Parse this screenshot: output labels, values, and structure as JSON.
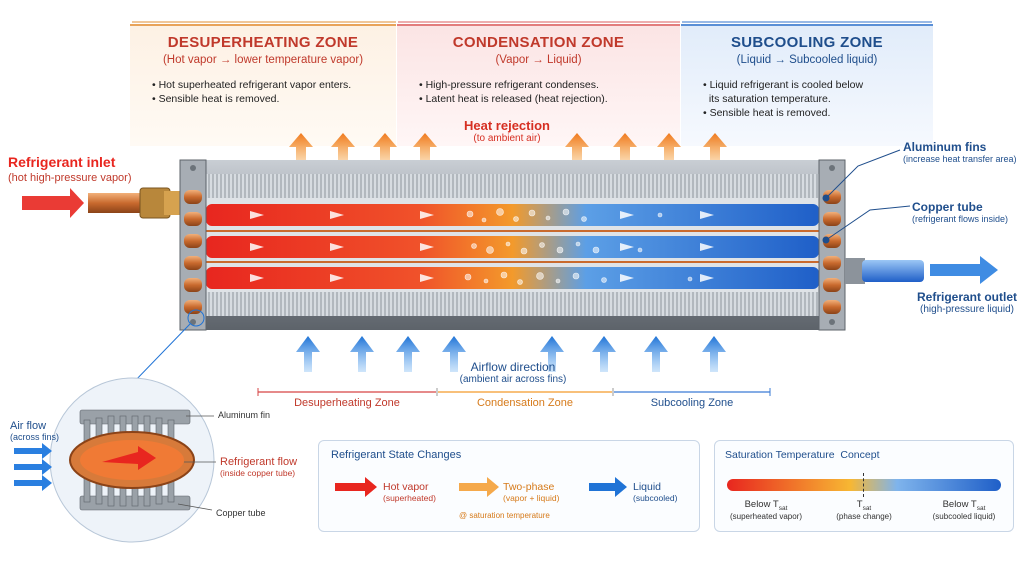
{
  "zones": [
    {
      "title": "DESUPERHEATING ZONE",
      "subtitle": "(Hot vapor → lower temperature vapor)",
      "bullets": [
        "• Hot superheated refrigerant vapor enters.",
        "• Sensible heat is removed."
      ],
      "color": "#c0392b"
    },
    {
      "title": "CONDENSATION ZONE",
      "subtitle": "(Vapor → Liquid)",
      "bullets": [
        "• High-pressure refrigerant condenses.",
        "• Latent heat is released (heat rejection)."
      ],
      "color": "#c0392b"
    },
    {
      "title": "SUBCOOLING ZONE",
      "subtitle": "(Liquid → Subcooled liquid)",
      "bullets": [
        "• Liquid refrigerant is cooled below",
        "  its saturation temperature.",
        "• Sensible heat is removed."
      ],
      "color": "#1f4e8c"
    }
  ],
  "heat_rejection": {
    "title": "Heat rejection",
    "subtitle": "(to ambient air)"
  },
  "inlet": {
    "title": "Refrigerant inlet",
    "subtitle": "(hot high-pressure vapor)"
  },
  "outlet": {
    "title": "Refrigerant outlet",
    "subtitle": "(high-pressure liquid)"
  },
  "fins_label": {
    "title": "Aluminum fins",
    "subtitle": "(increase heat transfer area)"
  },
  "tube_label": {
    "title": "Copper tube",
    "subtitle": "(refrigerant flows inside)"
  },
  "airflow": {
    "title": "Airflow direction",
    "subtitle": "(ambient air across fins)"
  },
  "zone_scale": [
    "Desuperheating Zone",
    "Condensation Zone",
    "Subcooling Zone"
  ],
  "detail": {
    "air_flow": "Air flow",
    "air_flow_sub": "(across fins)",
    "fin": "Aluminum fin",
    "ref_flow": "Refrigerant flow",
    "ref_flow_sub": "(inside copper tube)",
    "tube": "Copper tube"
  },
  "states_panel": {
    "title": "Refrigerant State Changes",
    "items": [
      {
        "name": "Hot vapor",
        "sub": "(superheated)"
      },
      {
        "name": "Two-phase",
        "sub": "(vapor + liquid)",
        "note": "@ saturation temperature"
      },
      {
        "name": "Liquid",
        "sub": "(subcooled)"
      }
    ]
  },
  "sat_panel": {
    "title": "Saturation Temperature  Concept",
    "items": [
      {
        "name": "Below T",
        "subscript": "sat",
        "sub": "(superheated vapor)"
      },
      {
        "name": "T",
        "subscript": "sat",
        "sub": "(phase change)"
      },
      {
        "name": "Below T",
        "subscript": "sat",
        "sub": "(subcooled liquid)"
      }
    ]
  },
  "colors": {
    "hot": "#e8261f",
    "two_phase": "#f39a2b",
    "cold": "#1f73d6",
    "navy": "#1f4e8c"
  }
}
